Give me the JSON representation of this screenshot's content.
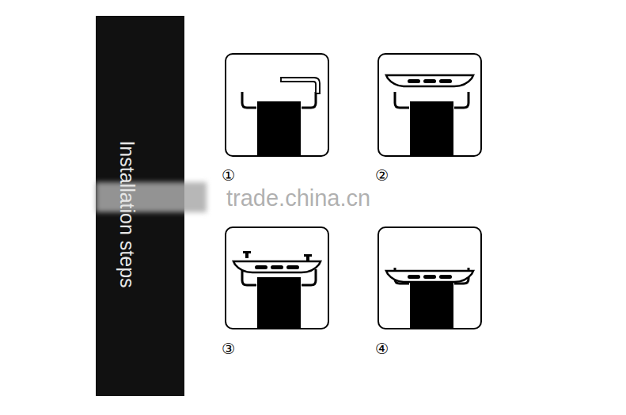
{
  "diagram": {
    "nodes": [
      {
        "text": [
          "Installation steps"
        ]
      }
    ],
    "labels": [
      "①",
      "②",
      "③",
      "④",
      "trade.china.cn"
    ]
  }
}
